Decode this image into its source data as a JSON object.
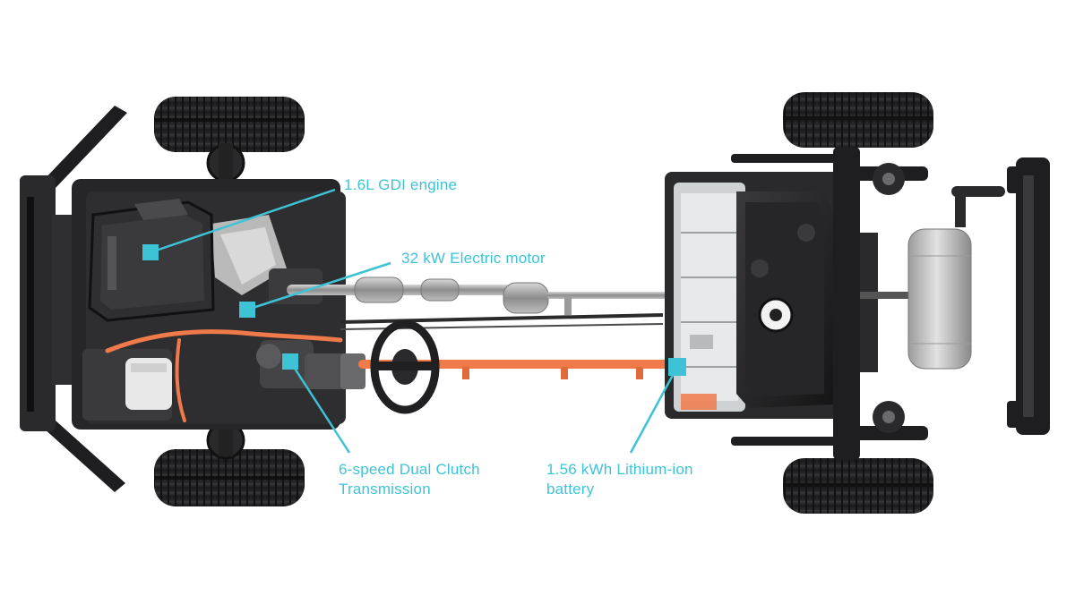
{
  "colors": {
    "accent": "#3ec3d6",
    "high_voltage": "#f07a4a",
    "chassis": "#1c1c1e",
    "tire": "#232325",
    "metal": "#9a9a9a"
  },
  "callouts": {
    "engine": {
      "label": "1.6L GDI engine"
    },
    "motor": {
      "label": "32 kW Electric motor"
    },
    "transmission": {
      "line1": "6-speed Dual Clutch",
      "line2": "Transmission"
    },
    "battery": {
      "line1": "1.56 kWh Lithium-ion",
      "line2": "battery"
    }
  },
  "icons": [
    "engine-hybrid-icon",
    "steering-wheel-icon",
    "muffler-icon",
    "fuel-tank-icon"
  ]
}
